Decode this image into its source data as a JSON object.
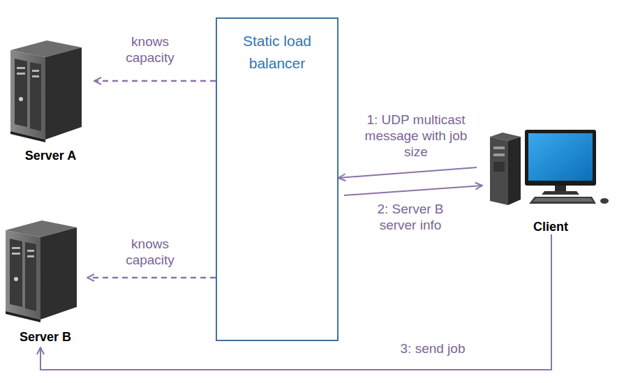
{
  "diagram": {
    "nodes": [
      {
        "text": [
          "Server A"
        ]
      },
      {
        "text": [
          "Static load balancer"
        ]
      },
      {
        "text": [
          "Client"
        ]
      },
      {
        "text": [
          "Server B"
        ]
      }
    ],
    "edges": [
      {
        "from": 1,
        "to": 0,
        "label": "knows capacity",
        "arrow": "to"
      },
      {
        "from": 1,
        "to": 3,
        "label": "knows capacity",
        "arrow": "to"
      },
      {
        "from": 2,
        "to": 1,
        "label": "1: UDP multicast message with job size",
        "arrow": "to"
      },
      {
        "from": 1,
        "to": 2,
        "label": "2: Server B server info",
        "arrow": "to"
      },
      {
        "from": 2,
        "to": 3,
        "label": "3: send job",
        "arrow": "to"
      }
    ]
  }
}
